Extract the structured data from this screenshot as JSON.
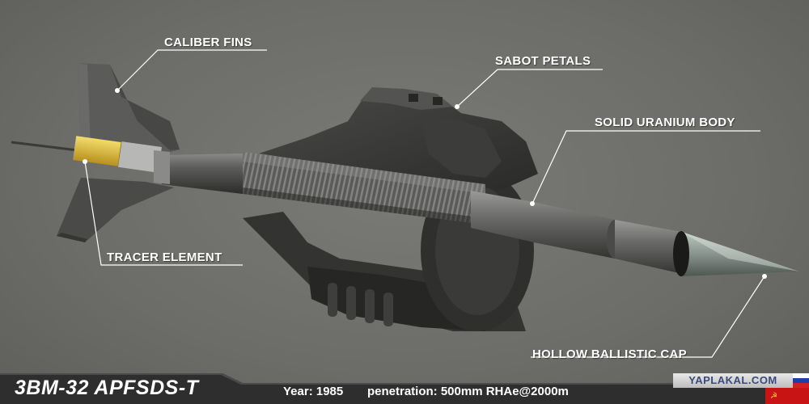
{
  "labels": {
    "caliber_fins": "CALIBER FINS",
    "sabot_petals": "SABOT PETALS",
    "uranium_body": "SOLID URANIUM BODY",
    "tracer": "TRACER ELEMENT",
    "ballistic_cap": "HOLLOW BALLISTIC CAP"
  },
  "footer": {
    "title": "3BM-32 APFSDS-T",
    "year": "Year: 1985",
    "penetration": "penetration: 500mm RHAe@2000m",
    "watermark": "YAPLAKAL.COM"
  },
  "colors": {
    "background": "#6e6e6c",
    "footer": "#2e2e2e",
    "callout_text": "#ffffff",
    "tracer": "#e8c23a"
  },
  "icons": [
    "soviet-flag-icon",
    "russian-flag-icon"
  ]
}
